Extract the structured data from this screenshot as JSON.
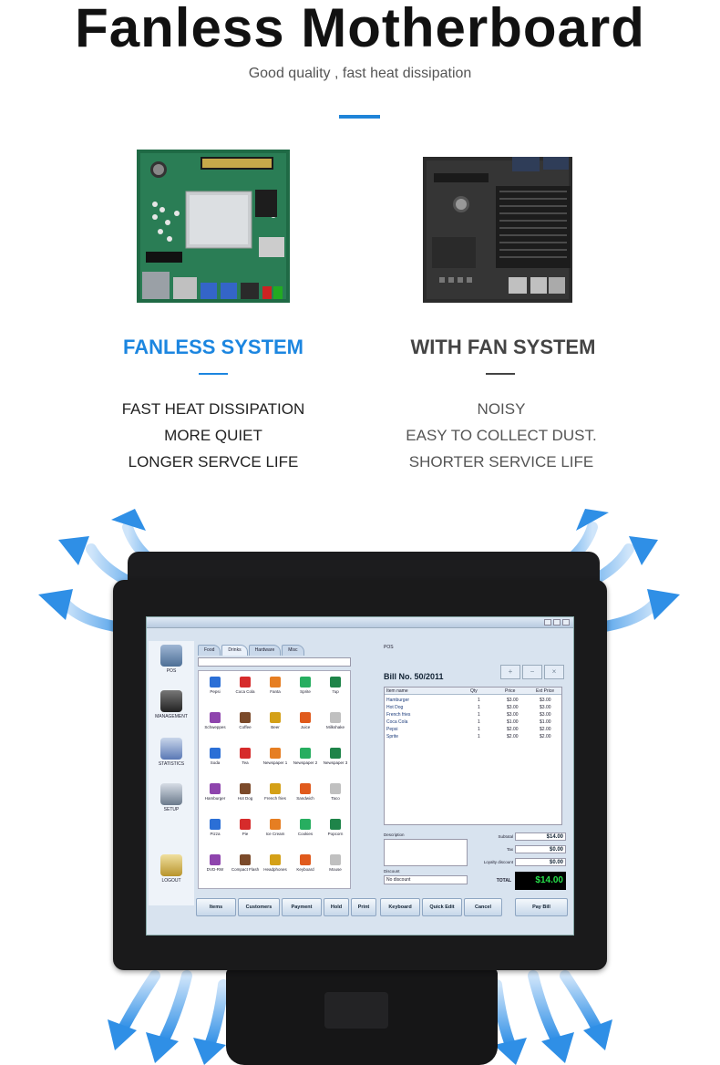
{
  "header": {
    "title": "Fanless Motherboard",
    "subtitle": "Good quality , fast heat dissipation"
  },
  "comparison": {
    "left": {
      "title": "FANLESS SYSTEM",
      "points": [
        "FAST HEAT DISSIPATION",
        "MORE QUIET",
        "LONGER SERVCE LIFE"
      ]
    },
    "right": {
      "title": "WITH FAN SYSTEM",
      "points": [
        "NOISY",
        "EASY TO COLLECT DUST.",
        "SHORTER SERVICE LIFE"
      ]
    }
  },
  "colors": {
    "accent": "#1c86e0",
    "dark": "#111111",
    "muted": "#555555",
    "arrow": "#3a9be8",
    "lcd_green": "#26e04a"
  },
  "pos": {
    "nav": [
      {
        "label": "POS",
        "icon": "register-icon"
      },
      {
        "label": "MANAGEMENT",
        "icon": "people-icon"
      },
      {
        "label": "STATISTICS",
        "icon": "bar-chart-icon"
      },
      {
        "label": "SETUP",
        "icon": "tools-icon"
      },
      {
        "label": "LOGOUT",
        "icon": "keys-icon"
      }
    ],
    "tabs": [
      "Food",
      "Drinks",
      "Hardware",
      "Misc"
    ],
    "products": [
      "Pepsi",
      "Coca Cola",
      "Fanta",
      "Sprite",
      "7up",
      "Schweppes",
      "Coffee",
      "Beer",
      "Juice",
      "Milkshake",
      "Soda",
      "Tea",
      "Newspaper 1",
      "Newspaper 2",
      "Newspaper 3",
      "Hamburger",
      "Hot Dog",
      "French fries",
      "Sandwich",
      "Taco",
      "Pizza",
      "Pie",
      "Ice Cream",
      "Cookies",
      "Popcorn",
      "DVD-RW",
      "Compact Flash",
      "Headphones",
      "Keyboard",
      "Mouse"
    ],
    "header_label": "POS",
    "bill_title": "Bill No. 50/2011",
    "columns": [
      "Item name",
      "Qty",
      "Price",
      "Ext Price"
    ],
    "items": [
      {
        "name": "Hamburger",
        "qty": "1",
        "price": "$3.00",
        "ext": "$3.00"
      },
      {
        "name": "Hot Dog",
        "qty": "1",
        "price": "$3.00",
        "ext": "$3.00"
      },
      {
        "name": "French fries",
        "qty": "1",
        "price": "$3.00",
        "ext": "$3.00"
      },
      {
        "name": "Coca Cola",
        "qty": "1",
        "price": "$1.00",
        "ext": "$1.00"
      },
      {
        "name": "Pepsi",
        "qty": "1",
        "price": "$2.00",
        "ext": "$2.00"
      },
      {
        "name": "Sprite",
        "qty": "1",
        "price": "$2.00",
        "ext": "$2.00"
      }
    ],
    "description_label": "Description",
    "discount_label": "Discount",
    "discount_value": "No discount",
    "subtotal_label": "Subtotal",
    "subtotal": "$14.00",
    "tax_label": "Tax",
    "tax": "$0.00",
    "loyalty_label": "Loyalty discount",
    "loyalty": "$0.00",
    "total_label": "TOTAL",
    "total": "$14.00",
    "buttons": [
      "Items",
      "Customers",
      "Payment",
      "Hold",
      "Print",
      "Keyboard",
      "Quick Edit",
      "Cancel",
      "Pay Bill"
    ]
  }
}
